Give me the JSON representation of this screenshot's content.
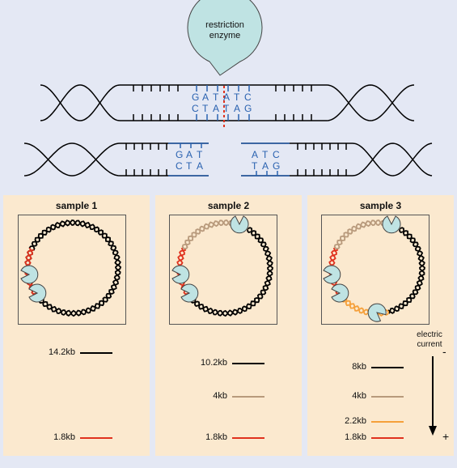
{
  "enzyme": {
    "line1": "restriction",
    "line2": "enzyme"
  },
  "top_strand_bases": [
    "G",
    "A",
    "T",
    "A",
    "T",
    "C"
  ],
  "bottom_strand_bases": [
    "C",
    "T",
    "A",
    "T",
    "A",
    "G"
  ],
  "cut_left_top": [
    "G",
    "A",
    "T"
  ],
  "cut_left_bottom": [
    "C",
    "T",
    "A"
  ],
  "cut_right_top": [
    "A",
    "T",
    "C"
  ],
  "cut_right_bottom": [
    "T",
    "A",
    "G"
  ],
  "samples": [
    {
      "title": "sample 1",
      "bands": [
        {
          "label": "14.2kb",
          "color": "#000000"
        },
        {
          "label": "1.8kb",
          "color": "#e0321e"
        }
      ]
    },
    {
      "title": "sample 2",
      "bands": [
        {
          "label": "10.2kb",
          "color": "#000000"
        },
        {
          "label": "4kb",
          "color": "#b89a7c"
        },
        {
          "label": "1.8kb",
          "color": "#e0321e"
        }
      ]
    },
    {
      "title": "sample 3",
      "bands": [
        {
          "label": "8kb",
          "color": "#000000"
        },
        {
          "label": "4kb",
          "color": "#b89a7c"
        },
        {
          "label": "2.2kb",
          "color": "#f5a03a"
        },
        {
          "label": "1.8kb",
          "color": "#e0321e"
        }
      ]
    }
  ],
  "current": {
    "line1": "electric",
    "line2": "current",
    "minus": "-",
    "plus": "+"
  },
  "colors": {
    "background": "#e4e8f4",
    "panel": "#fbe9cf",
    "enzyme_fill": "#bfe3e3",
    "base_text": "#2a62b0",
    "cut_line": "#e0321e",
    "strand": "#000000"
  }
}
